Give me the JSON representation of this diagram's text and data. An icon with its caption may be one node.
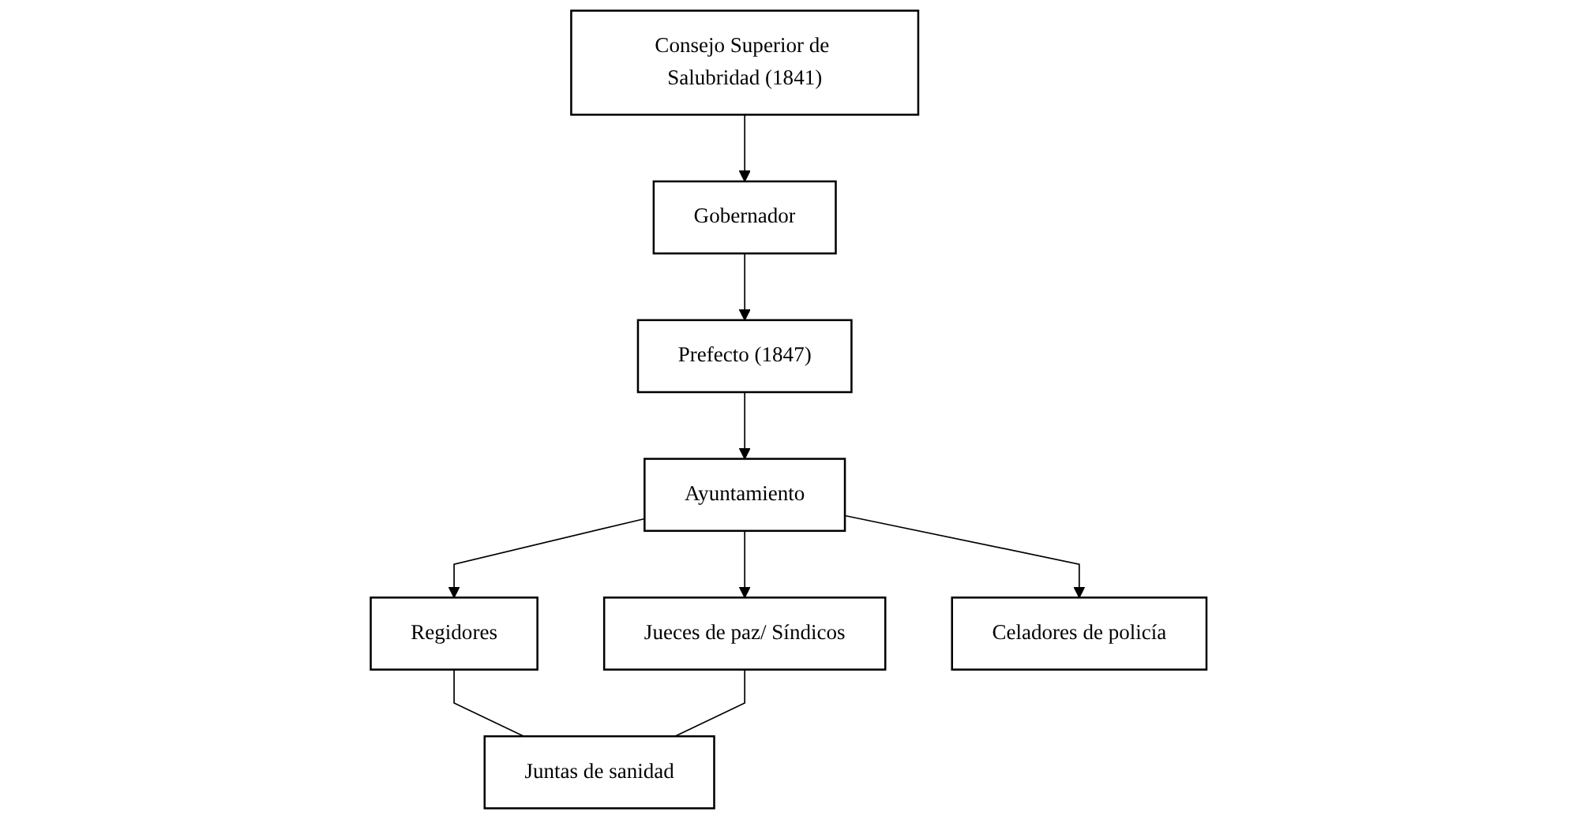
{
  "diagram": {
    "nodes": [
      {
        "text": [
          "Consejo Superior de Salubridad (1841)"
        ]
      },
      {
        "text": [
          "Gobernador"
        ]
      },
      {
        "text": [
          "Prefecto (1847)"
        ]
      },
      {
        "text": [
          "Ayuntamiento"
        ]
      },
      {
        "text": [
          "Regidores"
        ]
      },
      {
        "text": [
          "Jueces de paz/ Síndicos"
        ]
      },
      {
        "text": [
          "Celadores de policía"
        ]
      },
      {
        "text": [
          "Juntas de sanidad"
        ]
      }
    ],
    "edges": [
      {
        "from": 0,
        "to": 1,
        "arrow": "to"
      },
      {
        "from": 1,
        "to": 2,
        "arrow": "to"
      },
      {
        "from": 2,
        "to": 3,
        "arrow": "to"
      },
      {
        "from": 3,
        "to": 4,
        "arrow": "to"
      },
      {
        "from": 3,
        "to": 5,
        "arrow": "to"
      },
      {
        "from": 3,
        "to": 6,
        "arrow": "to"
      },
      {
        "from": 4,
        "to": 7,
        "arrow": "none"
      },
      {
        "from": 5,
        "to": 7,
        "arrow": "none"
      }
    ]
  }
}
